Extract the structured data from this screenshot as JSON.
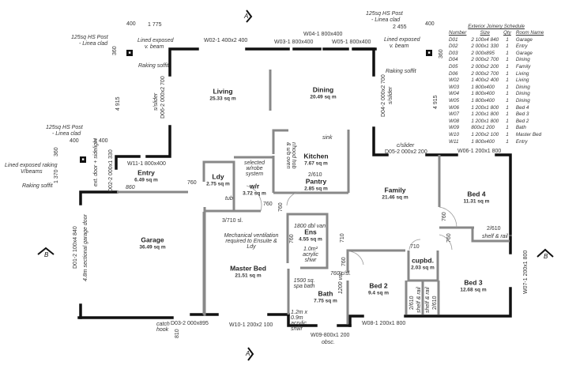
{
  "rooms": [
    {
      "name": "Living",
      "area": "25.33 sq m"
    },
    {
      "name": "Dining",
      "area": "20.49 sq m"
    },
    {
      "name": "Entry",
      "area": "6.49 sq m"
    },
    {
      "name": "Ldy",
      "area": "2.75 sq m"
    },
    {
      "name": "w/r",
      "area": "3.72 sq m"
    },
    {
      "name": "Kitchen",
      "area": "7.67 sq m"
    },
    {
      "name": "Pantry",
      "area": "2.85 sq m"
    },
    {
      "name": "Family",
      "area": "21.46 sq m"
    },
    {
      "name": "Bed 4",
      "area": "11.31 sq m"
    },
    {
      "name": "Garage",
      "area": "36.49 sq m"
    },
    {
      "name": "Ens",
      "area": "4.55 sq m"
    },
    {
      "name": "Master Bed",
      "area": "21.51 sq m"
    },
    {
      "name": "Bath",
      "area": "7.75 sq m"
    },
    {
      "name": "Bed 2",
      "area": "9.4 sq m"
    },
    {
      "name": "cupbd.",
      "area": "2.03 sq m"
    },
    {
      "name": "Bed 3",
      "area": "12.68 sq m"
    }
  ],
  "windows_doors": {
    "w02": "W02-1 400x2 400",
    "w03": "W03-1 800x400",
    "w04": "W04-1 800x400",
    "w05": "W05-1 800x400",
    "w06": "W06-1 200x1 800",
    "w07": "W07-1 200x1 800",
    "w08": "W08-1 200x1 800",
    "w09": "W09-800x1 200",
    "w09_note": "obsc.",
    "w10": "W10-1 200x2 100",
    "w11": "W11-1 800x400",
    "d01": "D01-2 100x4 840",
    "d01_note": "4.8m sectional garage door",
    "d02": "D02-2 000x1 330",
    "d02_note": "ext. door + sidelight",
    "d03": "D03-2 000x895",
    "d04": "D04-2 000x2 700",
    "d04_note": "s/slider",
    "d05": "D05-2 000x2 200",
    "d05_note": "c/slider",
    "d06": "D06-2 000x2 700",
    "d06_note": "s/slider"
  },
  "annotations": {
    "post_label_1": "125sq HS Post",
    "post_label_2": "- Linea clad",
    "lined_beam_1": "Lined exposed",
    "lined_beam_2": "v. beam",
    "raking_soffit": "Raking soffit",
    "lined_raking_1": "Lined exposed raking",
    "lined_raking_2": "V/beams",
    "dim_400": "400",
    "dim_1775": "1 775",
    "dim_2455": "2 455",
    "dim_360": "360",
    "dim_4915": "4 915",
    "dim_1400": "1 400",
    "dim_1370": "1 370",
    "dim_860": "860",
    "dim_760": "760",
    "dim_710": "710",
    "dim_810": "810",
    "sink": "sink",
    "rhood": "r/hood hob & u/b oven",
    "pantry_door": "2/610",
    "selected_wrobe": "selected w/robe system",
    "tub": "tub",
    "sl_3710": "3/710 sl.",
    "mech_vent": "Mechanical ventilation required to Ensuite & Ldy",
    "dbl_van": "1800 dbl van",
    "ens_shwr": "1.0m² acrylic shwr",
    "cs_760": "760 c/sl.",
    "spa_bath": "1500 sq. spa bath",
    "van_1200": "1200 van",
    "bath_shwr": "1.2m x 0.9m acrylic shwr",
    "shelf_rail": "shelf & rail",
    "wardrobe_2610": "2/610",
    "catch_hook": "catch hook",
    "section_a": "A",
    "section_b": "B"
  },
  "schedule": {
    "title": "Exterior Joinery Schedule",
    "headers": [
      "Number",
      "Size",
      "Qty",
      "Room Name"
    ],
    "rows": [
      [
        "D01",
        "2 100x4 840",
        "1",
        "Garage"
      ],
      [
        "D02",
        "2 000x1 330",
        "1",
        "Entry"
      ],
      [
        "D03",
        "2 000x895",
        "1",
        "Garage"
      ],
      [
        "D04",
        "2 000x2 700",
        "1",
        "Dining"
      ],
      [
        "D05",
        "2 000x2 200",
        "1",
        "Family"
      ],
      [
        "D06",
        "2 000x2 700",
        "1",
        "Living"
      ],
      [
        "W02",
        "1 400x2 400",
        "1",
        "Living"
      ],
      [
        "W03",
        "1 800x400",
        "1",
        "Dining"
      ],
      [
        "W04",
        "1 800x400",
        "1",
        "Dining"
      ],
      [
        "W05",
        "1 800x400",
        "1",
        "Dining"
      ],
      [
        "W06",
        "1 200x1 800",
        "1",
        "Bed 4"
      ],
      [
        "W07",
        "1 200x1 800",
        "1",
        "Bed 3"
      ],
      [
        "W08",
        "1 200x1 800",
        "1",
        "Bed 2"
      ],
      [
        "W09",
        "800x1 200",
        "1",
        "Bath"
      ],
      [
        "W10",
        "1 200x2 100",
        "1",
        "Master Bed"
      ],
      [
        "W11",
        "1 800x400",
        "1",
        "Entry"
      ]
    ]
  }
}
